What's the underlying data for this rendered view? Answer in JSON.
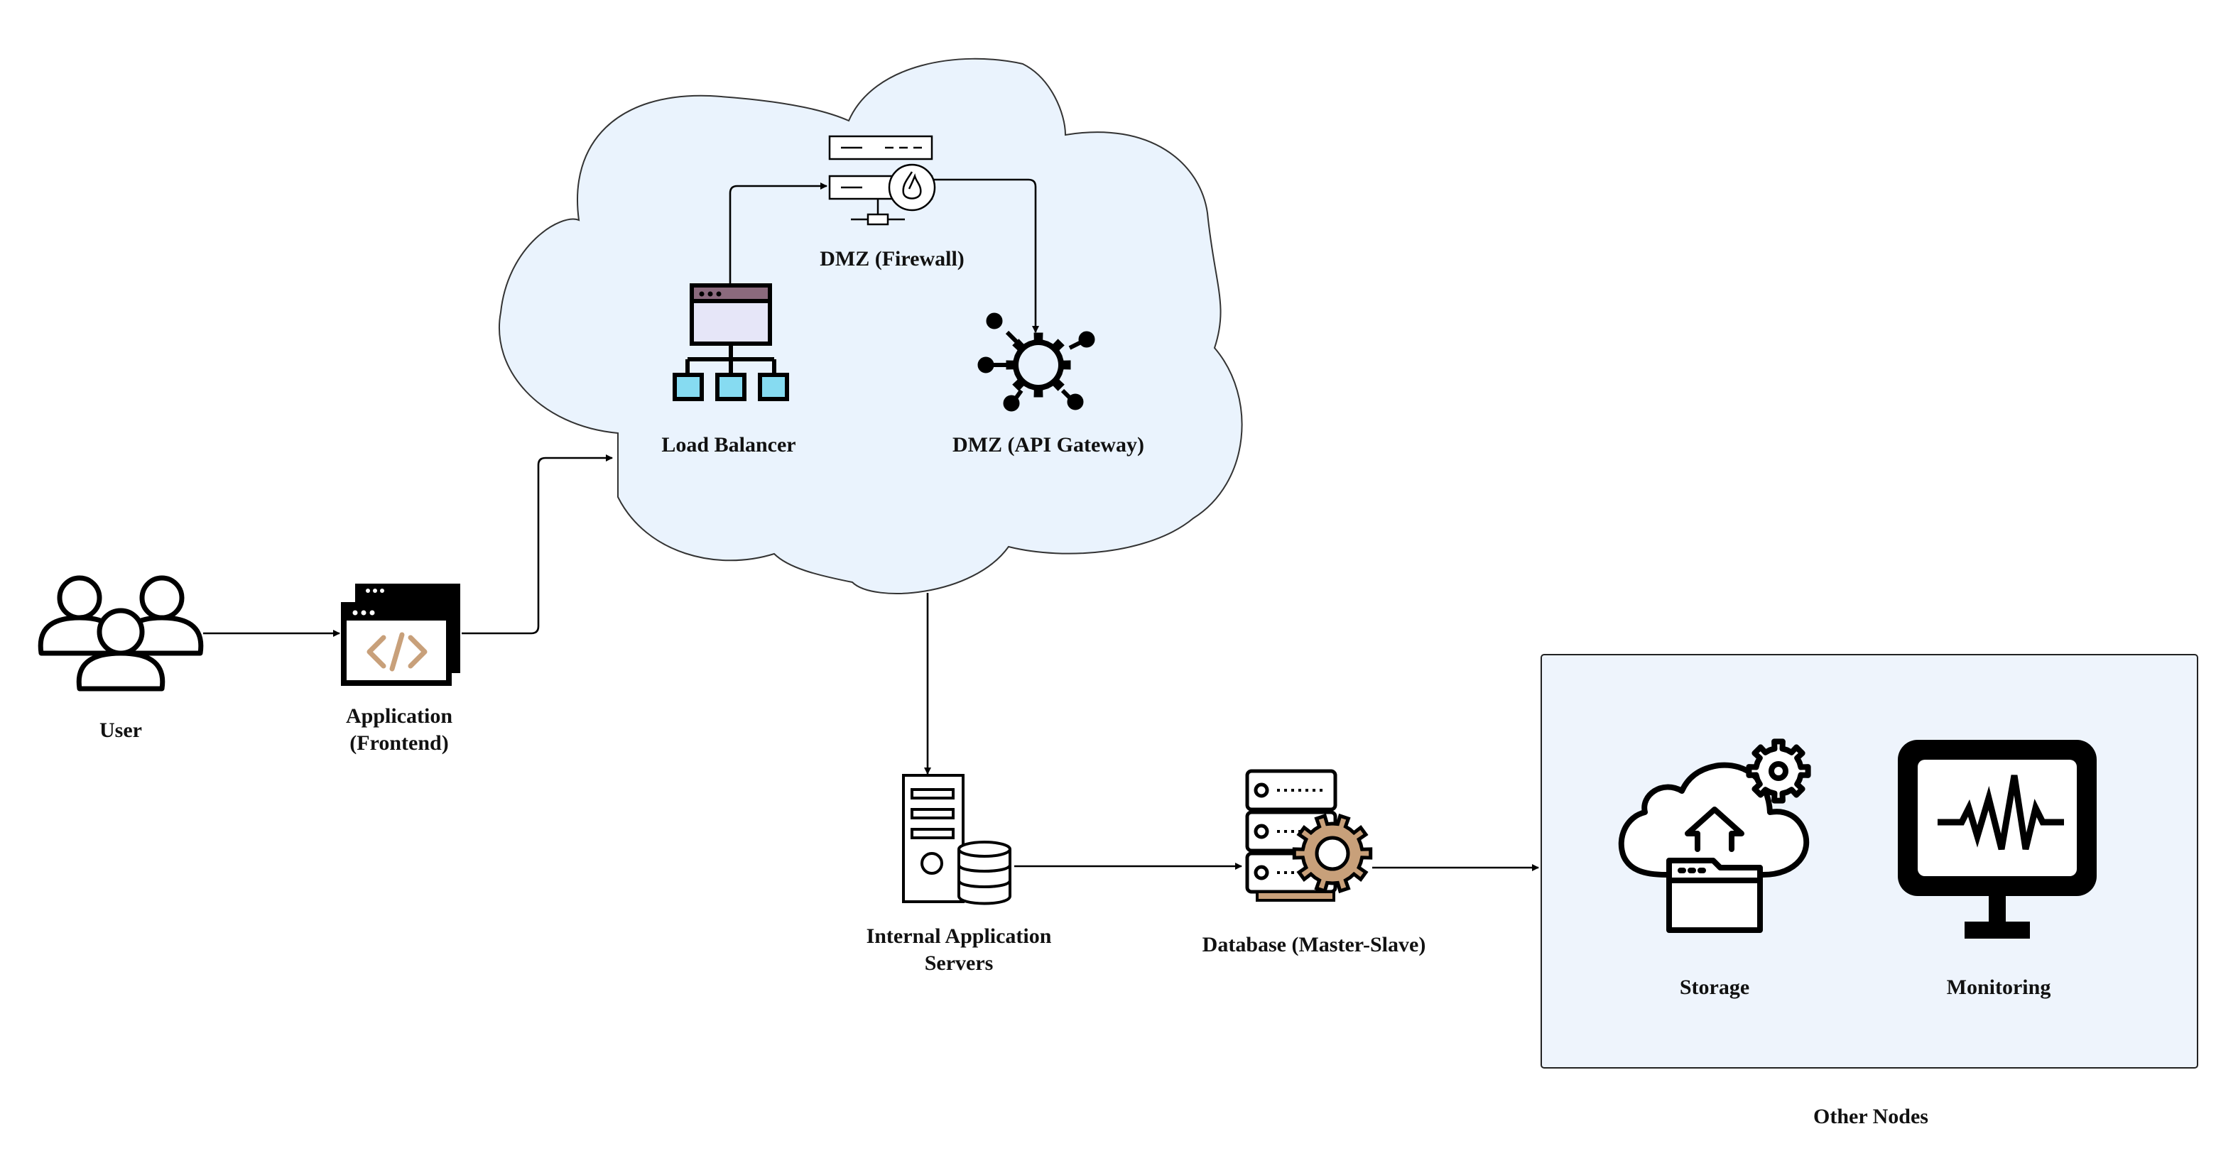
{
  "nodes": {
    "user": {
      "label": "User"
    },
    "frontend": {
      "line1": "Application",
      "line2": "(Frontend)"
    },
    "load_balancer": {
      "label": "Load Balancer"
    },
    "firewall": {
      "label": "DMZ (Firewall)"
    },
    "api_gateway": {
      "label": "DMZ (API Gateway)"
    },
    "app_servers": {
      "line1": "Internal Application",
      "line2": "Servers"
    },
    "database": {
      "label": "Database (Master-Slave)"
    },
    "storage": {
      "label": "Storage"
    },
    "monitoring": {
      "label": "Monitoring"
    }
  },
  "groups": {
    "other_nodes": {
      "label": "Other Nodes"
    }
  },
  "colors": {
    "cloud_fill": "#eaf3fd",
    "group_fill": "#eef4fc",
    "code_accent": "#c8a07a",
    "lb_header": "#8b6a7d",
    "lb_window": "#e6e6f8",
    "lb_node": "#86dbf1",
    "gear_accent": "#c8a07a"
  },
  "edges": [
    {
      "from": "user",
      "to": "frontend"
    },
    {
      "from": "frontend",
      "to": "cloud"
    },
    {
      "from": "load_balancer",
      "to": "firewall"
    },
    {
      "from": "firewall",
      "to": "api_gateway"
    },
    {
      "from": "cloud",
      "to": "app_servers"
    },
    {
      "from": "app_servers",
      "to": "database"
    },
    {
      "from": "database",
      "to": "other_nodes"
    }
  ]
}
